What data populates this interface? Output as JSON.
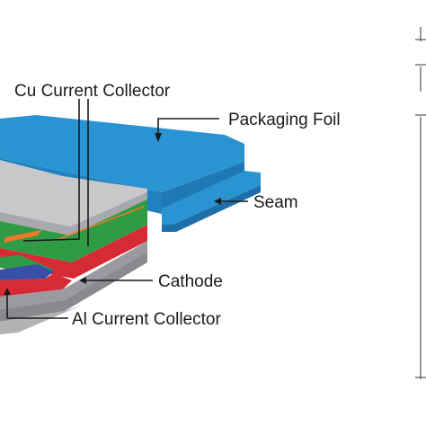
{
  "diagram": {
    "labels": {
      "cu_current_collector": "Cu Current Collector",
      "packaging_foil": "Packaging Foil",
      "seam": "Seam",
      "cathode": "Cathode",
      "al_current_collector": "Al Current Collector"
    },
    "colors": {
      "packaging_foil": "#2a93d1",
      "packaging_foil_dark": "#1f78b4",
      "separator_top": "#c8c8ca",
      "anode": "#2f9b45",
      "cathode": "#d62b36",
      "cu_collector": "#f07828",
      "al_collector": "#3a4fa8",
      "casing_gray": "#9b9b9f"
    }
  }
}
